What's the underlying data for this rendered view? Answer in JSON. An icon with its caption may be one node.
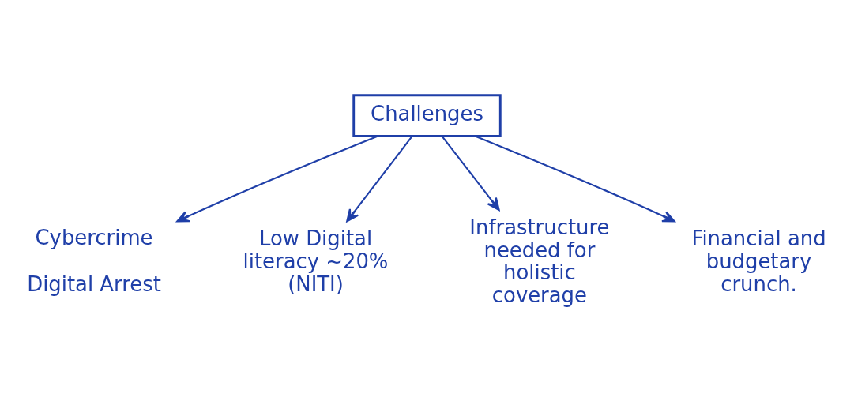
{
  "diagram": {
    "nodes": [
      {
        "text": [
          "Challenges"
        ]
      },
      {
        "text": [
          "Cybercrime",
          "Digital Arrest"
        ]
      },
      {
        "text": [
          "Low Digital literacy ~20% (NITI)"
        ]
      },
      {
        "text": [
          "Infrastructure needed for holistic coverage"
        ]
      },
      {
        "text": [
          "Financial and budgetary crunch."
        ]
      }
    ],
    "edges": [
      {
        "from": 0,
        "to": 1,
        "arrow": "to"
      },
      {
        "from": 0,
        "to": 2,
        "arrow": "to"
      },
      {
        "from": 0,
        "to": 3,
        "arrow": "to"
      },
      {
        "from": 0,
        "to": 4,
        "arrow": "to"
      }
    ]
  }
}
